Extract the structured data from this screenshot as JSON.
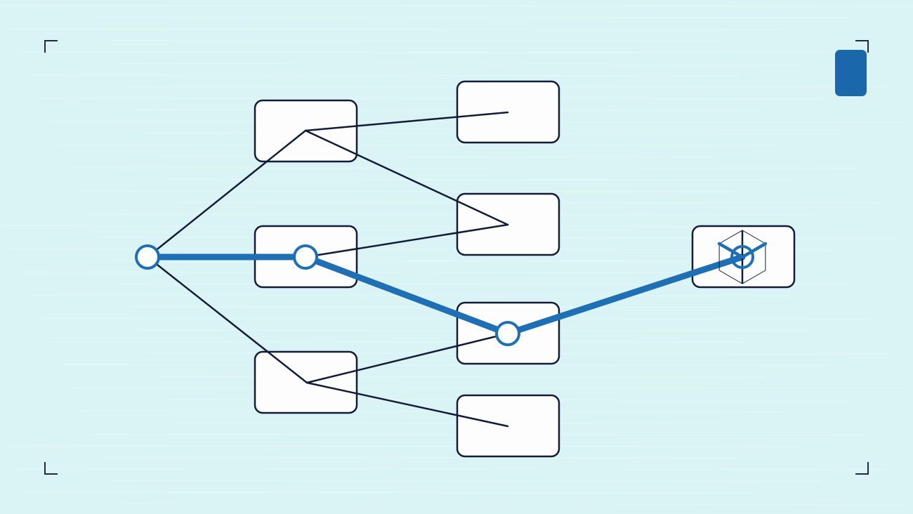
{
  "diagram": {
    "type": "decision-tree",
    "nodes": [
      {
        "id": "root",
        "kind": "point"
      },
      {
        "id": "n1",
        "kind": "box",
        "level": 1
      },
      {
        "id": "n2",
        "kind": "box",
        "level": 1
      },
      {
        "id": "n3",
        "kind": "box",
        "level": 1
      },
      {
        "id": "n4",
        "kind": "box",
        "level": 2
      },
      {
        "id": "n5",
        "kind": "box",
        "level": 2
      },
      {
        "id": "n6",
        "kind": "box",
        "level": 2
      },
      {
        "id": "n7",
        "kind": "box",
        "level": 2
      },
      {
        "id": "goal",
        "kind": "box",
        "level": 3,
        "icon": "cube-icon"
      }
    ],
    "edges": [
      {
        "from": "root",
        "to": "n1"
      },
      {
        "from": "root",
        "to": "n2"
      },
      {
        "from": "root",
        "to": "n3"
      },
      {
        "from": "n1",
        "to": "n4"
      },
      {
        "from": "n1",
        "to": "n5"
      },
      {
        "from": "n2",
        "to": "n5"
      },
      {
        "from": "n3",
        "to": "n6"
      },
      {
        "from": "n3",
        "to": "n7"
      }
    ],
    "highlighted_path": [
      "root",
      "n2",
      "n6",
      "goal"
    ],
    "colors": {
      "background": "#daf3f4",
      "box_fill": "#fdfdfd",
      "box_stroke": "#101c3a",
      "edge": "#101c3a",
      "highlight": "#1e6fb3",
      "corner_badge": "#1a67ac"
    }
  }
}
